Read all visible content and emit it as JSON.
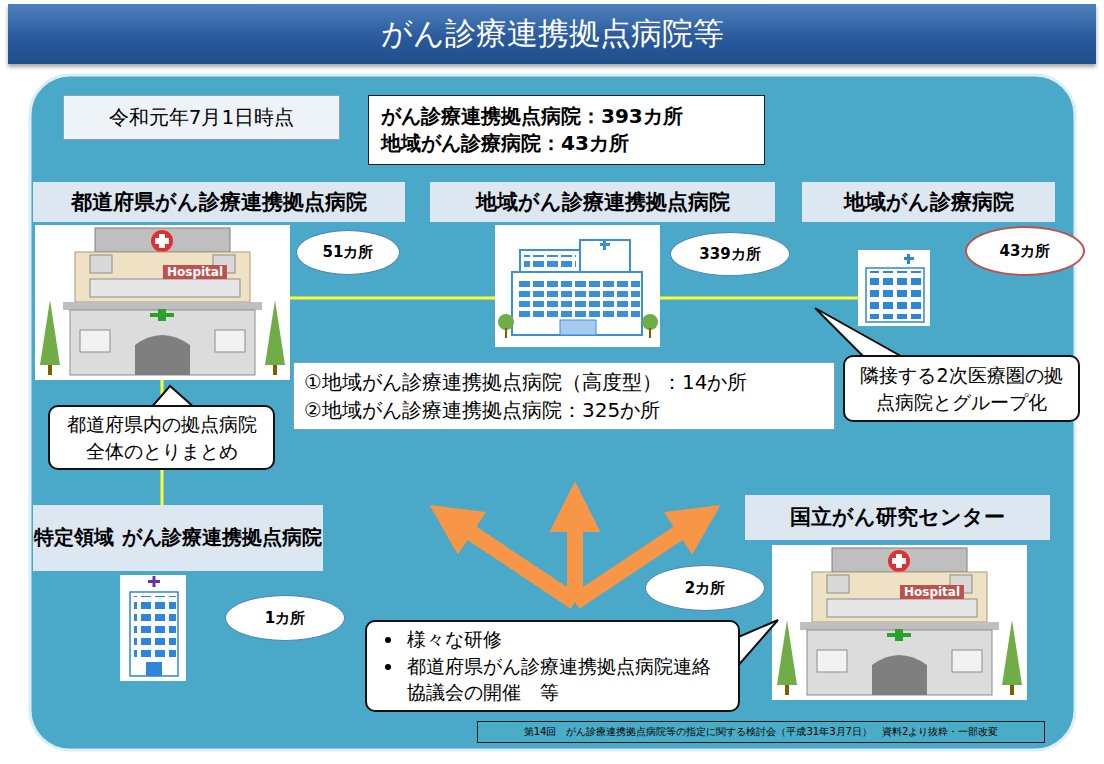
{
  "diagram": {
    "title": "がん診療連携拠点病院等",
    "nodes": [
      {
        "text": [
          "令和元年7月1日時点"
        ]
      },
      {
        "text": [
          "がん診療連携拠点病院：393カ所",
          "地域がん診療病院：43カ所"
        ]
      },
      {
        "text": [
          "都道府県がん診療連携拠点病院"
        ]
      },
      {
        "text": [
          "51カ所"
        ]
      },
      {
        "text": [
          "地域がん診療連携拠点病院"
        ]
      },
      {
        "text": [
          "339カ所"
        ]
      },
      {
        "text": [
          "地域がん診療病院"
        ]
      },
      {
        "text": [
          "43カ所"
        ]
      },
      {
        "text": [
          "①地域がん診療連携拠点病院（高度型）：14か所",
          "②地域がん診療連携拠点病院：325か所"
        ]
      },
      {
        "text": [
          "隣接する2次医療圏の拠点病院とグループ化"
        ]
      },
      {
        "text": [
          "都道府県内の拠点病院全体のとりまとめ"
        ]
      },
      {
        "text": [
          "特定領域 がん診療連携拠点病院"
        ]
      },
      {
        "text": [
          "1カ所"
        ]
      },
      {
        "text": [
          "国立がん研究センター"
        ]
      },
      {
        "text": [
          "2カ所"
        ]
      },
      {
        "text": [
          "様々な研修",
          "都道府県がん診療連携拠点病院連絡協議会の開催　等"
        ]
      },
      {
        "text": [
          "第14回　がん診療連携拠点病院等の指定に関する検討会（平成31年3月7日）　資料2より抜粋・一部改変"
        ]
      }
    ],
    "labels": [
      "Hospital",
      "Hospital"
    ]
  }
}
